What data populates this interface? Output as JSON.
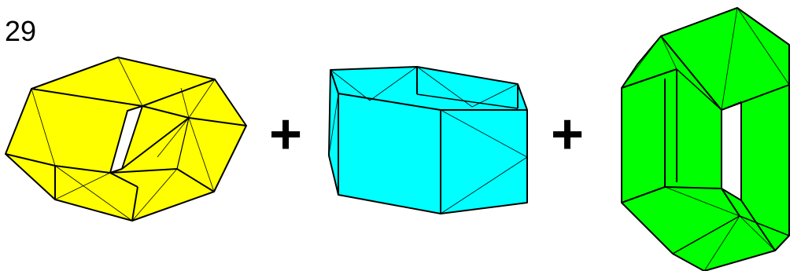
{
  "figure": {
    "number": "29",
    "operator_1": "+",
    "operator_2": "+"
  },
  "shapes": [
    {
      "name": "yellow-polyhedron",
      "color": "#ffff00"
    },
    {
      "name": "cyan-polyhedron",
      "color": "#00ffff"
    },
    {
      "name": "green-polyhedron",
      "color": "#00ff00"
    }
  ]
}
